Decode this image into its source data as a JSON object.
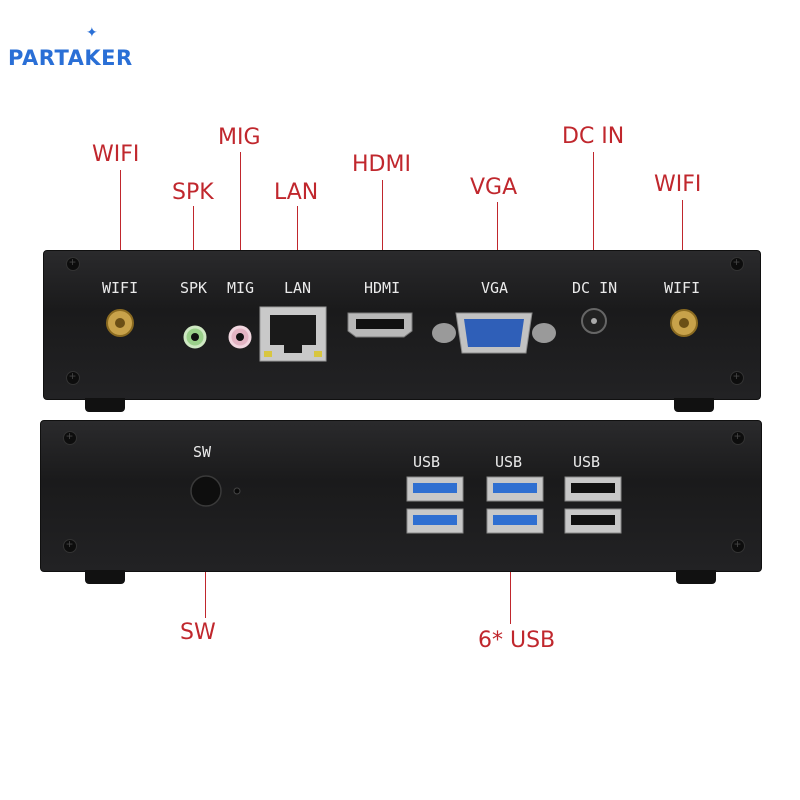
{
  "brand": {
    "logo_text": "PARTAKER"
  },
  "callouts": {
    "wifi_left": "WIFI",
    "mig": "MIG",
    "spk": "SPK",
    "lan": "LAN",
    "hdmi": "HDMI",
    "vga": "VGA",
    "dc_in": "DC IN",
    "wifi_right": "WIFI",
    "sw": "SW",
    "usb_total": "6* USB"
  },
  "rear_panel": {
    "labels": [
      "WIFI",
      "SPK",
      "MIG",
      "LAN",
      "HDMI",
      "VGA",
      "DC IN",
      "WIFI"
    ]
  },
  "front_panel": {
    "sw_label": "SW",
    "usb_labels": [
      "USB",
      "USB",
      "USB"
    ]
  },
  "colors": {
    "callout": "#c0272d",
    "logo": "#2a6fd6",
    "panel": "#1e1e1f",
    "usb3_blue": "#2f6fd1"
  }
}
